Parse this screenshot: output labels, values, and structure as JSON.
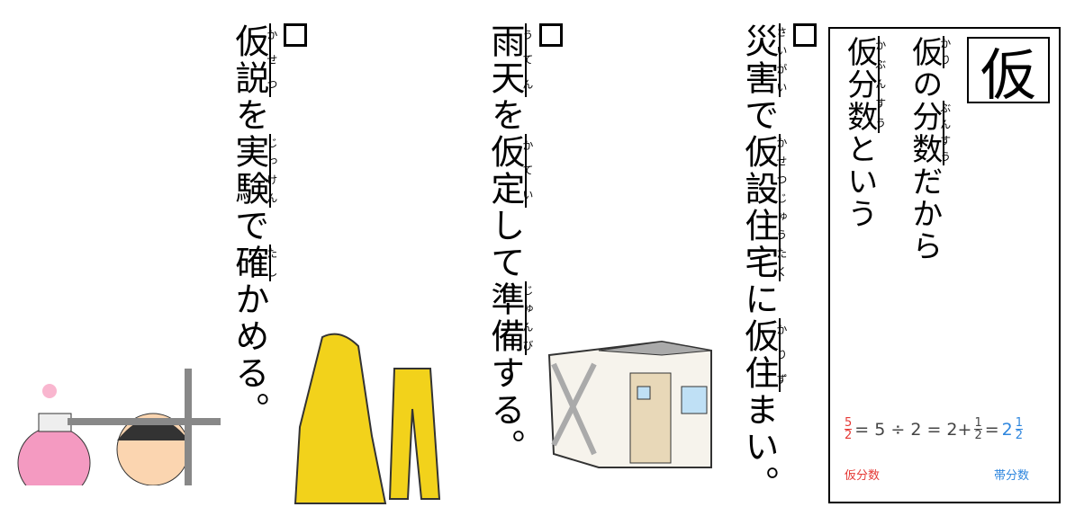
{
  "sentences": [
    {
      "segments": [
        {
          "t": "災害",
          "r": "さいがい"
        },
        {
          "t": "で"
        },
        {
          "t": "仮設住宅",
          "r": "かせつじゅうたく"
        },
        {
          "t": "に"
        },
        {
          "t": "仮住",
          "r": "かりず"
        },
        {
          "t": "まい。"
        }
      ]
    },
    {
      "segments": [
        {
          "t": "雨天",
          "r": "うてん"
        },
        {
          "t": "を"
        },
        {
          "t": "仮定",
          "r": "かてい"
        },
        {
          "t": "して"
        },
        {
          "t": "準備",
          "r": "じゅんび"
        },
        {
          "t": "する。"
        }
      ]
    },
    {
      "segments": [
        {
          "t": "仮説",
          "r": "かせつ"
        },
        {
          "t": "を"
        },
        {
          "t": "実験",
          "r": "じっけん"
        },
        {
          "t": "で"
        },
        {
          "t": "確",
          "r": "たし"
        },
        {
          "t": "かめる。"
        }
      ]
    }
  ],
  "card": {
    "kanji": "仮",
    "lines": [
      {
        "segments": [
          {
            "t": "仮",
            "r": "かり"
          },
          {
            "t": "の"
          },
          {
            "t": "分数",
            "r": "ぶんすう"
          },
          {
            "t": "だから"
          }
        ]
      },
      {
        "segments": [
          {
            "t": "仮分数",
            "r": "かぶんすう"
          },
          {
            "t": "という"
          }
        ]
      }
    ],
    "formula": {
      "f1_num": "5",
      "f1_den": "2",
      "eq1": "= 5 ÷ 2 = 2+",
      "f2_num": "1",
      "f2_den": "2",
      "eq2": "=",
      "whole": "2",
      "f3_num": "1",
      "f3_den": "2"
    },
    "label_improper": "仮分数",
    "label_mixed": "帯分数",
    "colors": {
      "improper": "#e53935",
      "mixed": "#2e86de"
    }
  }
}
